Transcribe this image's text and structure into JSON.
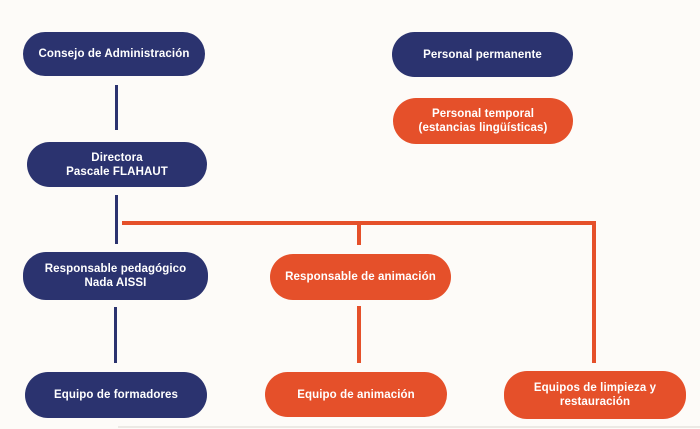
{
  "palette": {
    "navy": "#2b336f",
    "orange": "#e5502a",
    "background": "#fdfbf8",
    "node_text": "#ffffff",
    "divider": "#ece9e4"
  },
  "legend": {
    "personal_permanente": {
      "label": "Personal permanente",
      "color": "#2b336f"
    },
    "personal_temporal": {
      "line1": "Personal temporal",
      "line2": "(estancias lingüísticas)",
      "color": "#e5502a"
    }
  },
  "org": {
    "consejo": {
      "line1": "Consejo de Administración"
    },
    "directora": {
      "line1": "Directora",
      "line2": "Pascale FLAHAUT"
    },
    "responsable_pedagogico": {
      "line1": "Responsable pedagógico",
      "line2": "Nada AISSI"
    },
    "responsable_animacion": {
      "line1": "Responsable de animación"
    },
    "equipo_formadores": {
      "line1": "Equipo de formadores"
    },
    "equipo_animacion": {
      "line1": "Equipo de animación"
    },
    "equipos_limpieza": {
      "line1": "Equipos de limpieza y",
      "line2": "restauración"
    }
  }
}
